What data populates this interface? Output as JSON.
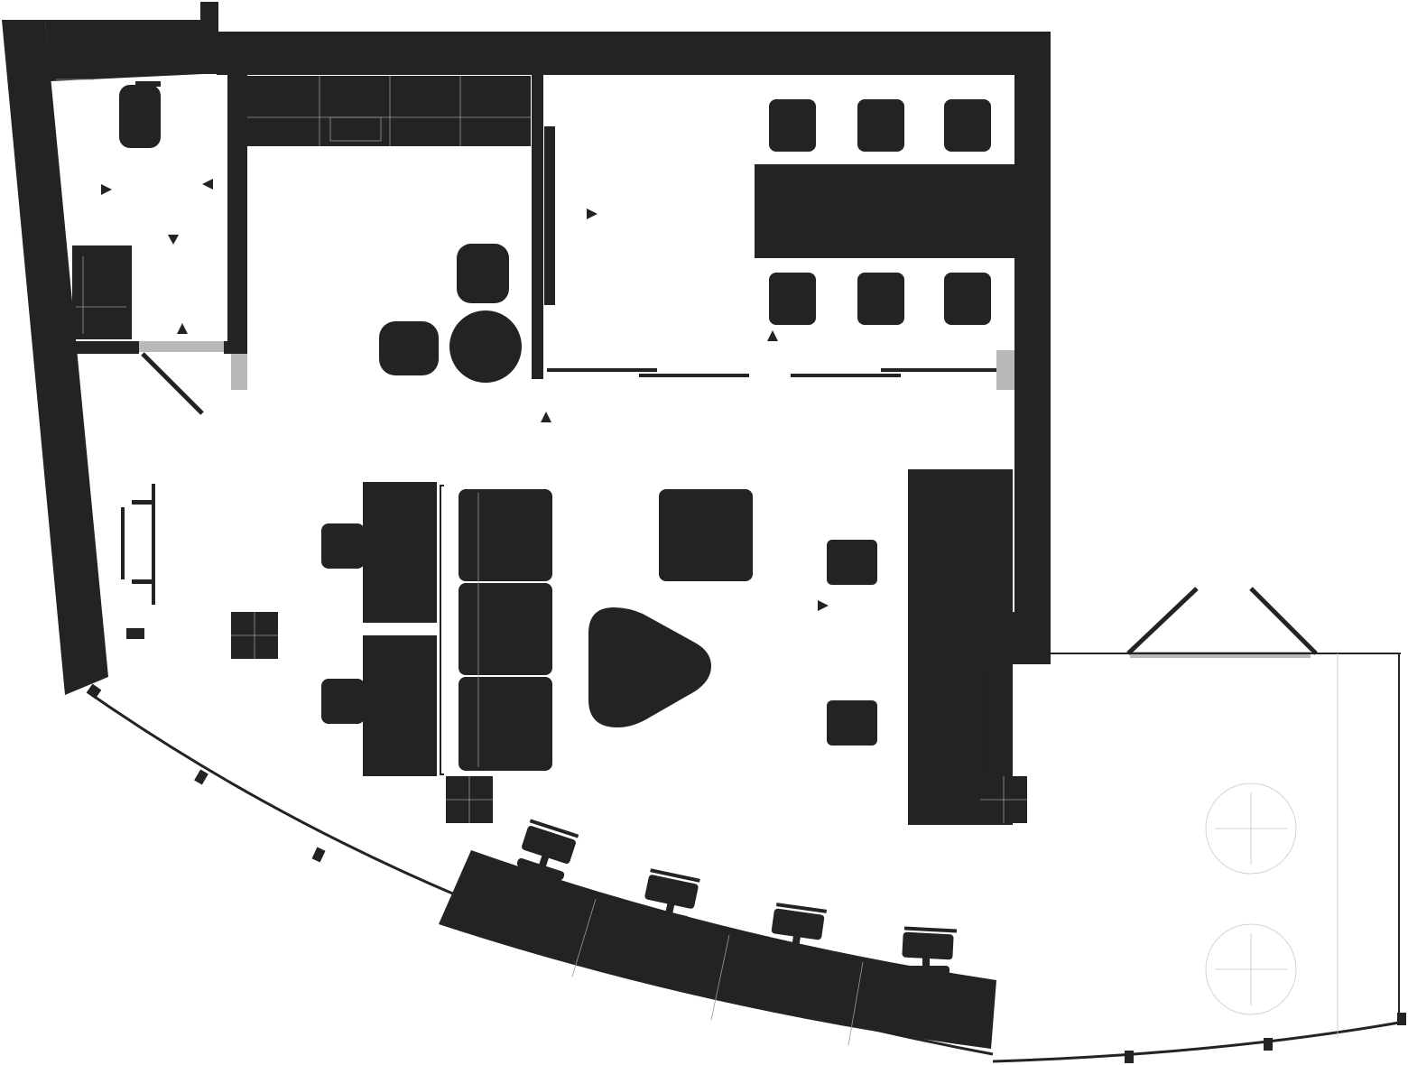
{
  "view": "office-floor-plan",
  "colors": {
    "wall": "#232323",
    "furniture": "#232323",
    "door_opening": "#b9b9b9",
    "background": "#ffffff",
    "outdoor_furniture": "#c8c8c8"
  },
  "rooms": [
    "bathroom",
    "kitchen-lounge",
    "meeting-room",
    "open-office",
    "terrace"
  ],
  "meeting_room": {
    "table_count": 1,
    "chair_count": 6
  },
  "lounge": {
    "sofa_modules": 3,
    "armchairs": 4,
    "ottoman_count": 1,
    "triangle_table_count": 1
  },
  "window_workstations": {
    "desk_modules": 4,
    "office_chairs": 4
  },
  "terrace": {
    "lounge_chairs": 2,
    "folding_doors": 2
  },
  "view_markers": 9,
  "icons": [
    "view-arrow-icon",
    "outlet-marker-icon"
  ]
}
